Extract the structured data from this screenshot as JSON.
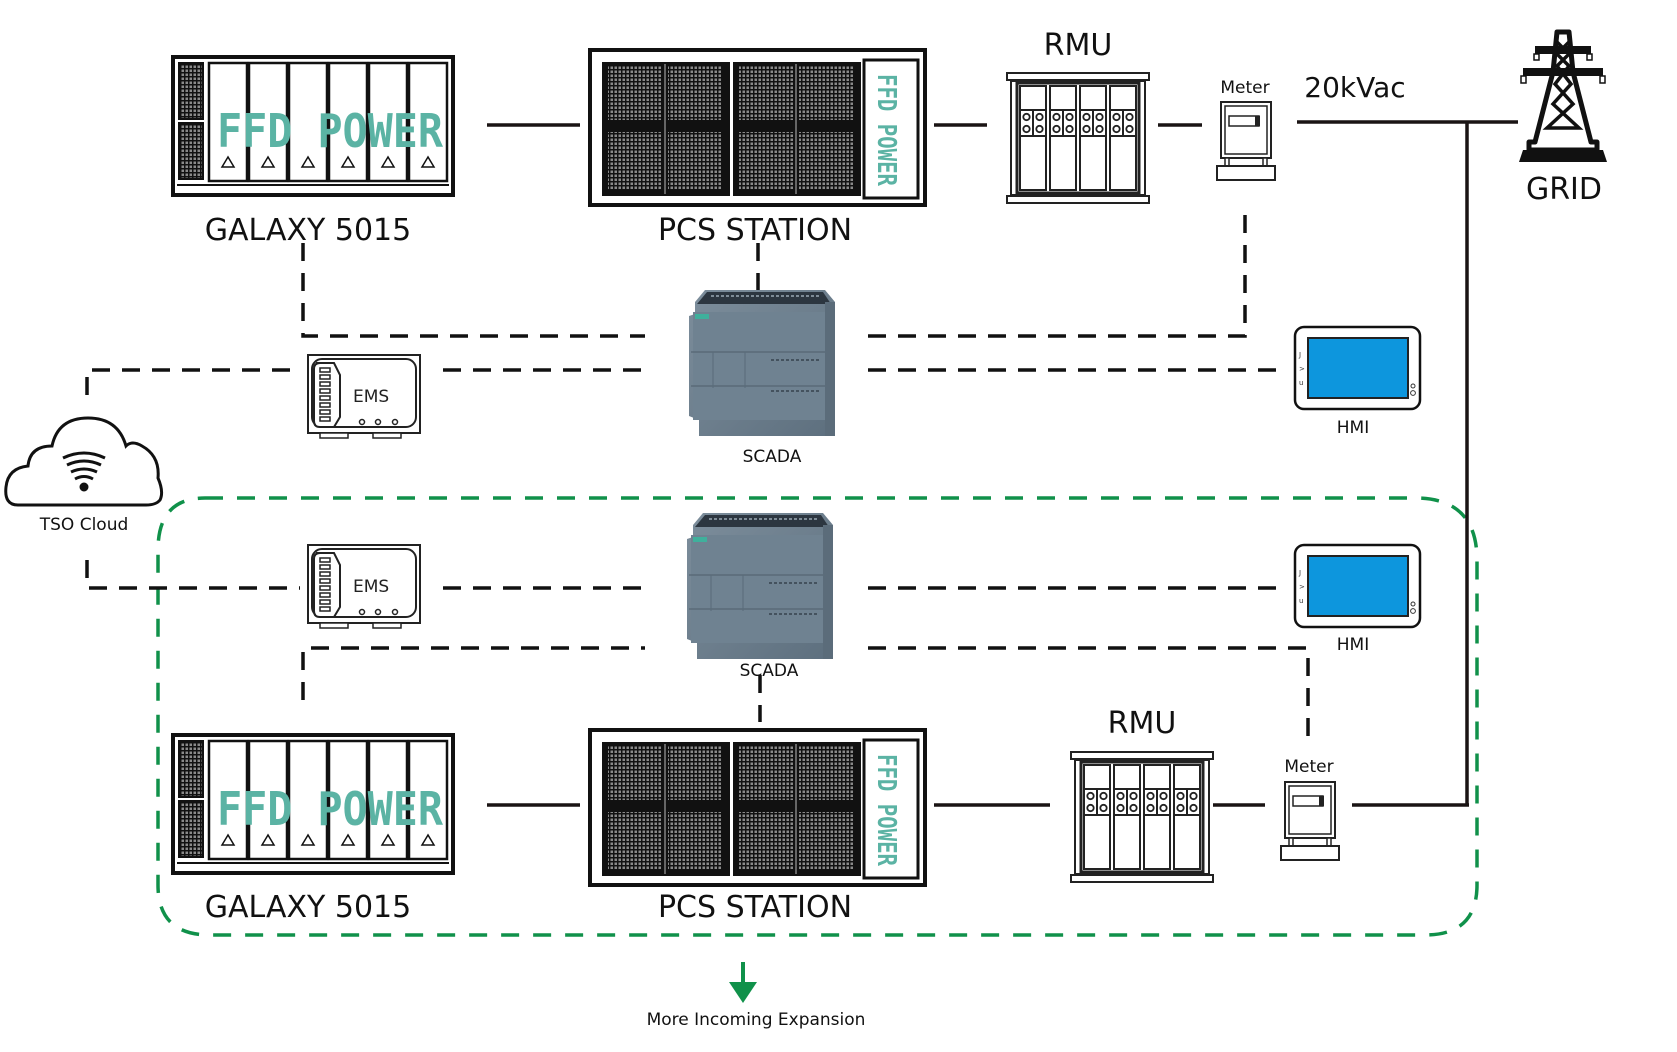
{
  "diagram": {
    "grid": {
      "label": "GRID",
      "voltage_label": "20kVac"
    },
    "cloud": {
      "label": "TSO Cloud"
    },
    "expansion": {
      "label": "More Incoming Expansion"
    },
    "brand_text": "FFD POWER",
    "colors": {
      "expansion_green": "#10914a",
      "brand_teal": "#5bb3a4",
      "hmi_screen": "#0d96dd",
      "scada_body": "#6c7f8f"
    },
    "unit_1": {
      "battery_label": "GALAXY 5015",
      "pcs_label": "PCS STATION",
      "rmu_label": "RMU",
      "meter_label": "Meter",
      "scada_label": "SCADA",
      "ems_label": "EMS",
      "hmi_label": "HMI"
    },
    "unit_2": {
      "battery_label": "GALAXY 5015",
      "pcs_label": "PCS STATION",
      "rmu_label": "RMU",
      "meter_label": "Meter",
      "scada_label": "SCADA",
      "ems_label": "EMS",
      "hmi_label": "HMI"
    }
  }
}
